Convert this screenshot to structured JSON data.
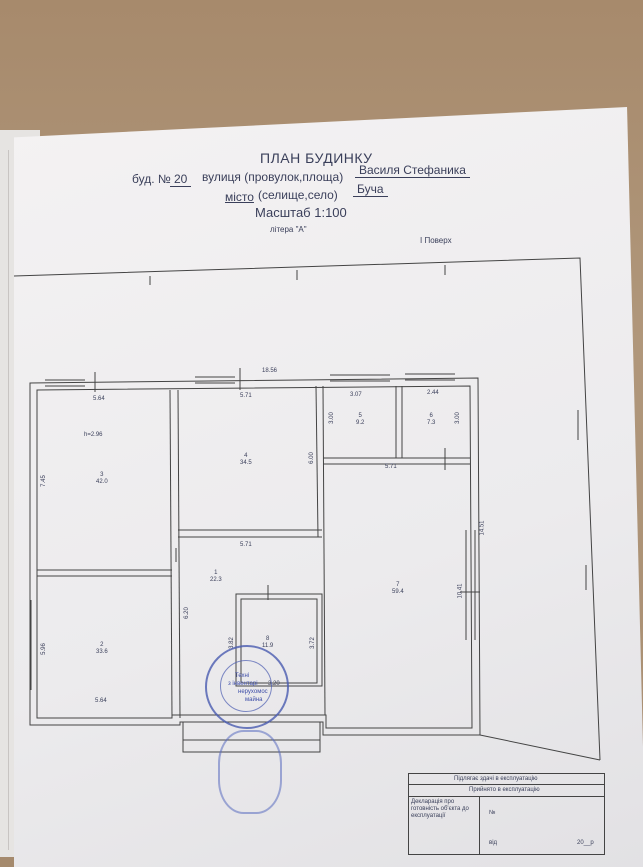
{
  "header": {
    "title": "ПЛАН БУДИНКУ",
    "bud_label": "буд. №",
    "bud_num": "20",
    "street_label": "вулиця (провулок,площа)",
    "street_name": "Василя Стефаника",
    "city_label_1": "місто",
    "city_label_2": "(селище,село)",
    "city_name": "Буча",
    "scale": "Масштаб 1:100",
    "litera": "літера \"А\"",
    "floor": "І Поверх"
  },
  "dimensions": {
    "total_width": "18.56",
    "w564a": "5.64",
    "w571a": "5.71",
    "w307": "3.07",
    "w244": "2.44",
    "w300a": "3.00",
    "w300b": "3.00",
    "w600": "6.00",
    "w571b": "5.71",
    "w571c": "5.71",
    "h745": "7.45",
    "h596": "5.96",
    "h620": "6.20",
    "h382": "3.82",
    "h372": "3.72",
    "w564b": "5.64",
    "w320": "3.20",
    "h1041": "10.41",
    "h1451": "14.51",
    "ceiling": "h=2.96"
  },
  "rooms": [
    {
      "num": "1",
      "area": "22.3"
    },
    {
      "num": "2",
      "area": "33.6"
    },
    {
      "num": "3",
      "area": "42.0"
    },
    {
      "num": "4",
      "area": "34.5"
    },
    {
      "num": "5",
      "area": "9.2"
    },
    {
      "num": "6",
      "area": "7.3"
    },
    {
      "num": "7",
      "area": "59.4"
    },
    {
      "num": "8",
      "area": "11.9"
    }
  ],
  "stamp": {
    "line1": "Техні",
    "line2": "з інвентарі",
    "line3": "нерухомос",
    "line4": "майна"
  },
  "table": {
    "row1": "Підлягає здачі в експлуатацію",
    "row2": "Прийнято в експлуатацію",
    "row3": "Декларація про готовність об'єкта до експлуатації",
    "no_label": "№",
    "from_label": "від",
    "year": "20__р"
  }
}
